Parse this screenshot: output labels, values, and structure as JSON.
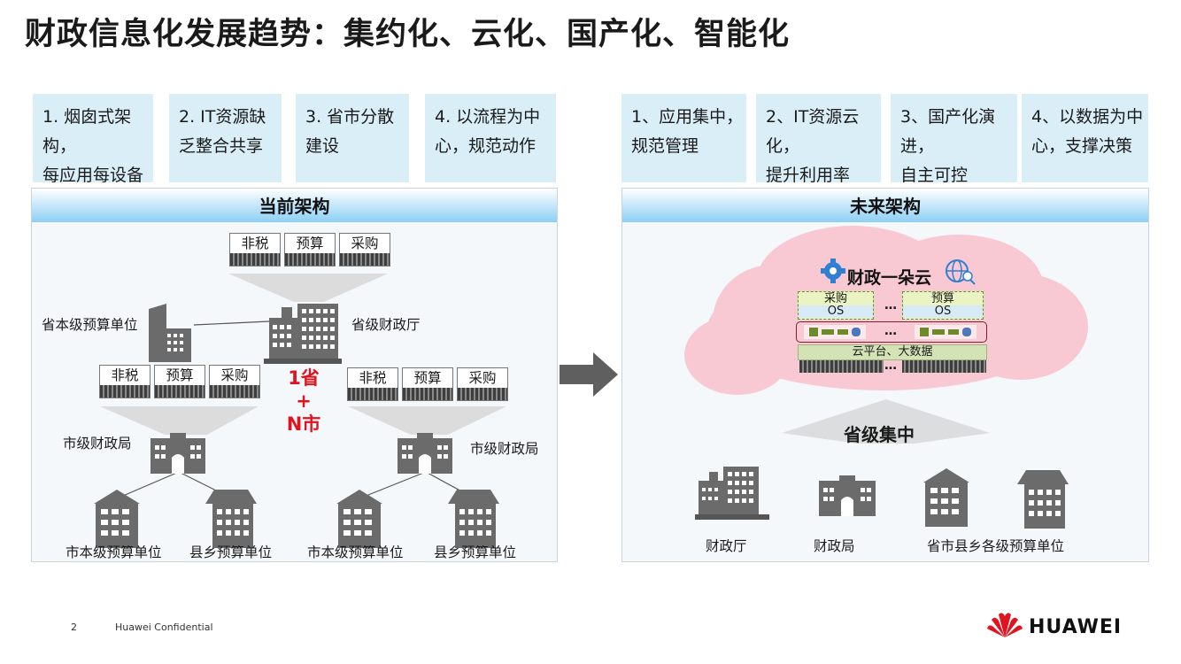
{
  "title": "财政信息化发展趋势：集约化、云化、国产化、智能化",
  "left_notes": [
    {
      "line1": "1. 烟囱式架构，",
      "line2": "每应用每设备"
    },
    {
      "line1": "2. IT资源缺",
      "line2": "乏整合共享"
    },
    {
      "line1": "3. 省市分散",
      "line2": "建设"
    },
    {
      "line1": "4. 以流程为中",
      "line2": "心，规范动作"
    }
  ],
  "right_notes": [
    {
      "line1": "1、应用集中，",
      "line2": "规范管理"
    },
    {
      "line1": "2、IT资源云化，",
      "line2": "提升利用率"
    },
    {
      "line1": "3、国产化演进，",
      "line2": "自主可控"
    },
    {
      "line1": "4、以数据为中",
      "line2": "心，支撑决策"
    }
  ],
  "current": {
    "header": "当前架构",
    "top_servers": [
      "非税",
      "预算",
      "采购"
    ],
    "left_servers": [
      "非税",
      "预算",
      "采购"
    ],
    "right_servers": [
      "非税",
      "预算",
      "采购"
    ],
    "province_unit": "省本级预算单位",
    "province_dept": "省级财政厅",
    "city_bureau_left": "市级财政局",
    "city_bureau_right": "市级财政局",
    "city_unit_1": "市本级预算单位",
    "county_unit_1": "县乡预算单位",
    "city_unit_2": "市本级预算单位",
    "county_unit_2": "县乡预算单位",
    "highlight_1": "1省",
    "highlight_2": "+",
    "highlight_3": "N市"
  },
  "future": {
    "header": "未来架构",
    "cloud_title": "财政一朵云",
    "app_left": "采购",
    "app_right": "预算",
    "os_left": "OS",
    "os_right": "OS",
    "ellipsis": "…",
    "platform": "云平台、大数据",
    "center": "省级集中",
    "bottom_labels": [
      "财政厅",
      "财政局",
      "省市县乡各级预算单位"
    ]
  },
  "footer": {
    "page": "2",
    "confidential": "Huawei Confidential",
    "brand": "HUAWEI"
  },
  "colors": {
    "note_bg": "#daeef8",
    "header_blue": "#8ccff5",
    "cloud_pink": "#f8c9d3",
    "red": "#e0131f",
    "building_gray": "#6b6b6b"
  }
}
